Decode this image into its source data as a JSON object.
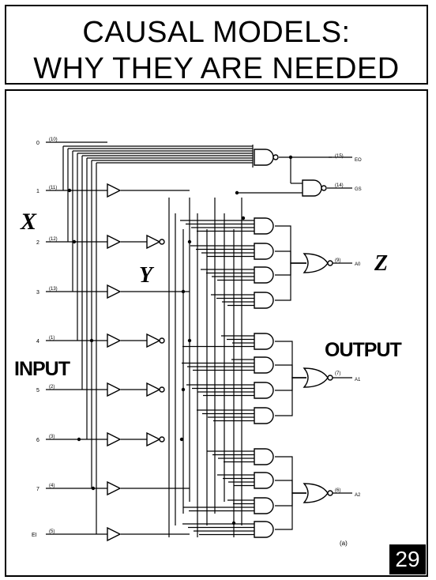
{
  "title": {
    "line1": "CAUSAL  MODELS:",
    "line2": "WHY THEY ARE NEEDED"
  },
  "labels": {
    "x": "X",
    "y": "Y",
    "z": "Z",
    "input": "INPUT",
    "output": "OUTPUT",
    "figure_tag": "(a)"
  },
  "page_number": "29",
  "pins": {
    "inputs": [
      {
        "name": "0",
        "pin": "(10)"
      },
      {
        "name": "1",
        "pin": "(11)"
      },
      {
        "name": "2",
        "pin": "(12)"
      },
      {
        "name": "3",
        "pin": "(13)"
      },
      {
        "name": "4",
        "pin": "(1)"
      },
      {
        "name": "5",
        "pin": "(2)"
      },
      {
        "name": "6",
        "pin": "(3)"
      },
      {
        "name": "7",
        "pin": "(4)"
      },
      {
        "name": "EI",
        "pin": "(5)"
      }
    ],
    "outputs": [
      {
        "name": "EO",
        "pin": "(15)"
      },
      {
        "name": "GS",
        "pin": "(14)"
      },
      {
        "name": "A0",
        "pin": "(9)"
      },
      {
        "name": "A1",
        "pin": "(7)"
      },
      {
        "name": "A2",
        "pin": "(6)"
      }
    ]
  }
}
